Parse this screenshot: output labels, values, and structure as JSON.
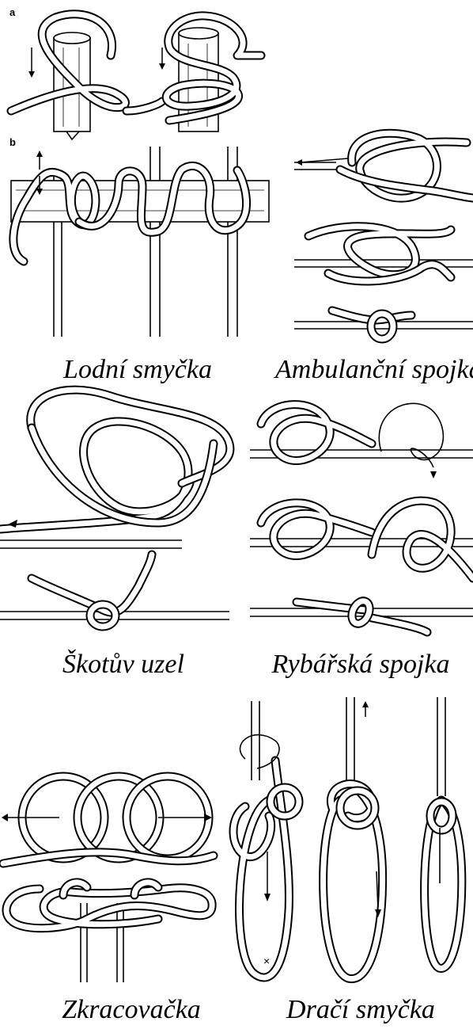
{
  "markers": {
    "a": "a",
    "b": "b"
  },
  "captions": {
    "lodni": "Lodní smyčka",
    "ambulancni": "Ambulanční spojka",
    "skotuv": "Škotův uzel",
    "rybarska": "Rybářská spojka",
    "zkracovacka": "Zkracovačka",
    "draci": "Dračí smyčka"
  }
}
